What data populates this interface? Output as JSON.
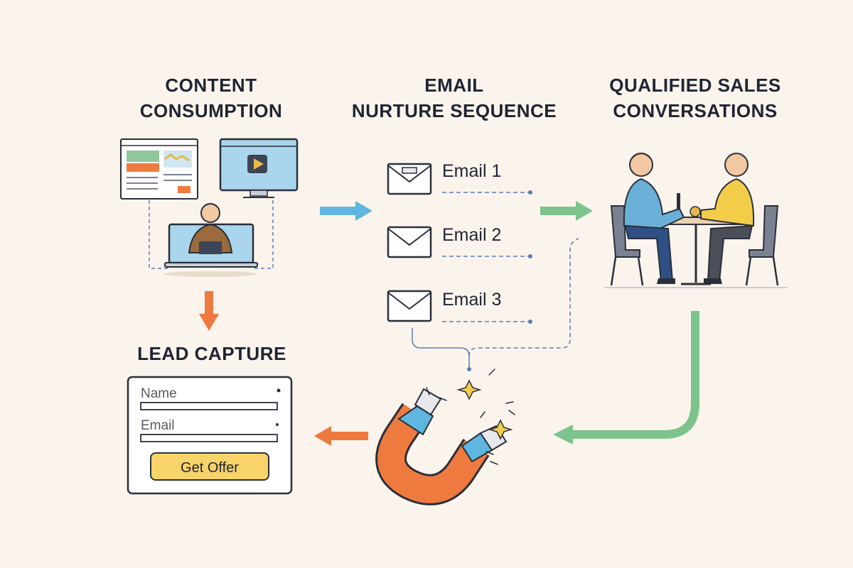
{
  "headings": {
    "content_consumption": [
      "CONTENT",
      "CONSUMPTION"
    ],
    "email_nurture": [
      "EMAIL",
      "NURTURE SEQUENCE"
    ],
    "qualified_sales": [
      "QUALIFIED SALES",
      "CONVERSATIONS"
    ],
    "lead_capture": "LEAD CAPTURE"
  },
  "emails": [
    "Email 1",
    "Email 2",
    "Email 3"
  ],
  "form": {
    "name_label": "Name",
    "email_label": "Email",
    "button_label": "Get Offer"
  },
  "colors": {
    "background": "#fbf4ec",
    "blue_arrow": "#5fb6e0",
    "green_arrow": "#7cc48b",
    "orange_arrow": "#ee7a3f",
    "dashed_line": "#5b7db5",
    "button_fill": "#f7d36a"
  }
}
